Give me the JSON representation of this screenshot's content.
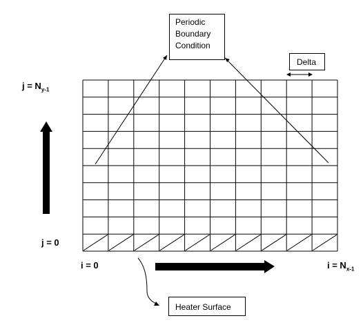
{
  "labels": {
    "periodic_boundary": [
      "Periodic",
      "Boundary",
      "Condition"
    ],
    "delta": "Delta",
    "heater_surface": "Heater Surface",
    "j_top": {
      "main": "j = N",
      "sub": "y-1"
    },
    "j_bottom": "j = 0",
    "i_left": "i = 0",
    "i_right": {
      "main": "i = N",
      "sub": "x-1"
    }
  },
  "grid": {
    "columns": 10,
    "rows": 10
  }
}
